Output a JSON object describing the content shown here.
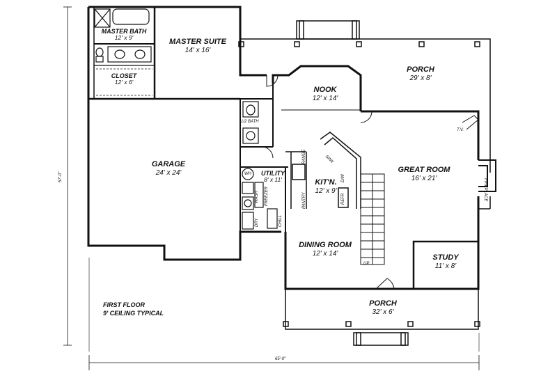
{
  "rooms": {
    "master_bath": {
      "name": "MASTER BATH",
      "size": "12' x 9'"
    },
    "master_suite": {
      "name": "MASTER SUITE",
      "size": "14' x 16'"
    },
    "closet": {
      "name": "CLOSET",
      "size": "12' x 6'"
    },
    "half_bath": {
      "name": "1/2 BATH"
    },
    "nook": {
      "name": "NOOK",
      "size": "12' x 14'"
    },
    "porch_rear": {
      "name": "PORCH",
      "size": "29' x 8'"
    },
    "garage": {
      "name": "GARAGE",
      "size": "24' x 24'"
    },
    "utility": {
      "name": "UTILITY",
      "size": "8' x 11'"
    },
    "kitchen": {
      "name": "KIT'N.",
      "size": "12' x 9'"
    },
    "great_room": {
      "name": "GREAT ROOM",
      "size": "16' x 21'"
    },
    "dining_room": {
      "name": "DINING ROOM",
      "size": "12' x 14'"
    },
    "study": {
      "name": "STUDY",
      "size": "11' x 8'"
    },
    "porch_front": {
      "name": "PORCH",
      "size": "32' x 6'"
    }
  },
  "fixtures": {
    "tv": "T.V.",
    "fireplace": "FIREPLACE",
    "range": "RANGE",
    "pantry": "PANTRY",
    "sink": "SINK",
    "dw": "D/W",
    "refr": "REFR",
    "wh": "WH",
    "wash": "WASH",
    "dry": "DRY",
    "freezer": "FREEZER",
    "chill": "CHILL",
    "up": "UP"
  },
  "notes": {
    "line1": "FIRST FLOOR",
    "line2": "9' CEILING TYPICAL"
  },
  "dimensions": {
    "width": "65'-0\"",
    "depth": "57'-0\""
  }
}
